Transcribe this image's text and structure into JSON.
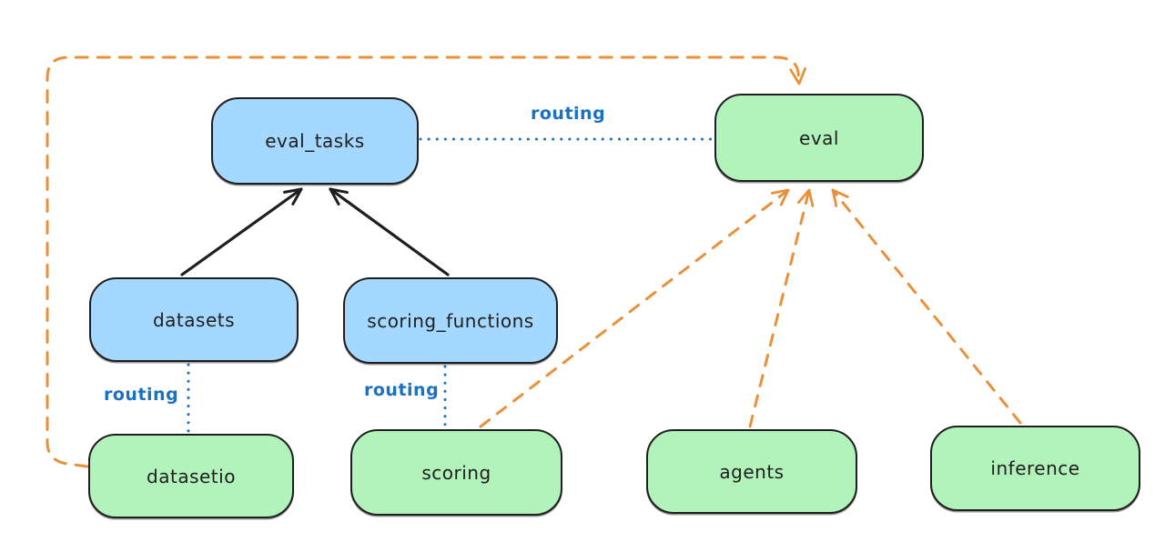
{
  "diagram": {
    "type": "architecture-diagram",
    "nodes": [
      {
        "id": "eval_tasks",
        "label": "eval_tasks",
        "fill": "#a5d8ff"
      },
      {
        "id": "eval",
        "label": "eval",
        "fill": "#b2f2bb"
      },
      {
        "id": "datasets",
        "label": "datasets",
        "fill": "#a5d8ff"
      },
      {
        "id": "scoring_functions",
        "label": "scoring_functions",
        "fill": "#a5d8ff"
      },
      {
        "id": "datasetio",
        "label": "datasetio",
        "fill": "#b2f2bb"
      },
      {
        "id": "scoring",
        "label": "scoring",
        "fill": "#b2f2bb"
      },
      {
        "id": "agents",
        "label": "agents",
        "fill": "#b2f2bb"
      },
      {
        "id": "inference",
        "label": "inference",
        "fill": "#b2f2bb"
      }
    ],
    "edges": [
      {
        "from": "datasets",
        "to": "eval_tasks",
        "style": "solid-black-arrow",
        "label": ""
      },
      {
        "from": "scoring_functions",
        "to": "eval_tasks",
        "style": "solid-black-arrow",
        "label": ""
      },
      {
        "from": "eval_tasks",
        "to": "eval",
        "style": "dotted-blue",
        "label": "routing"
      },
      {
        "from": "datasets",
        "to": "datasetio",
        "style": "dotted-blue",
        "label": "routing"
      },
      {
        "from": "scoring_functions",
        "to": "scoring",
        "style": "dotted-blue",
        "label": "routing"
      },
      {
        "from": "datasetio",
        "to": "eval",
        "style": "dashed-orange-arrow",
        "label": ""
      },
      {
        "from": "scoring",
        "to": "eval",
        "style": "dashed-orange-arrow",
        "label": ""
      },
      {
        "from": "agents",
        "to": "eval",
        "style": "dashed-orange-arrow",
        "label": ""
      },
      {
        "from": "inference",
        "to": "eval",
        "style": "dashed-orange-arrow",
        "label": ""
      }
    ],
    "colors": {
      "background": "#ffffff",
      "node_stroke": "#1e1e1e",
      "node_blue_fill": "#a5d8ff",
      "node_green_fill": "#b2f2bb",
      "routing_blue": "#1971c2",
      "orange_dashed": "#e8913a",
      "black_arrow": "#1e1e1e"
    }
  }
}
